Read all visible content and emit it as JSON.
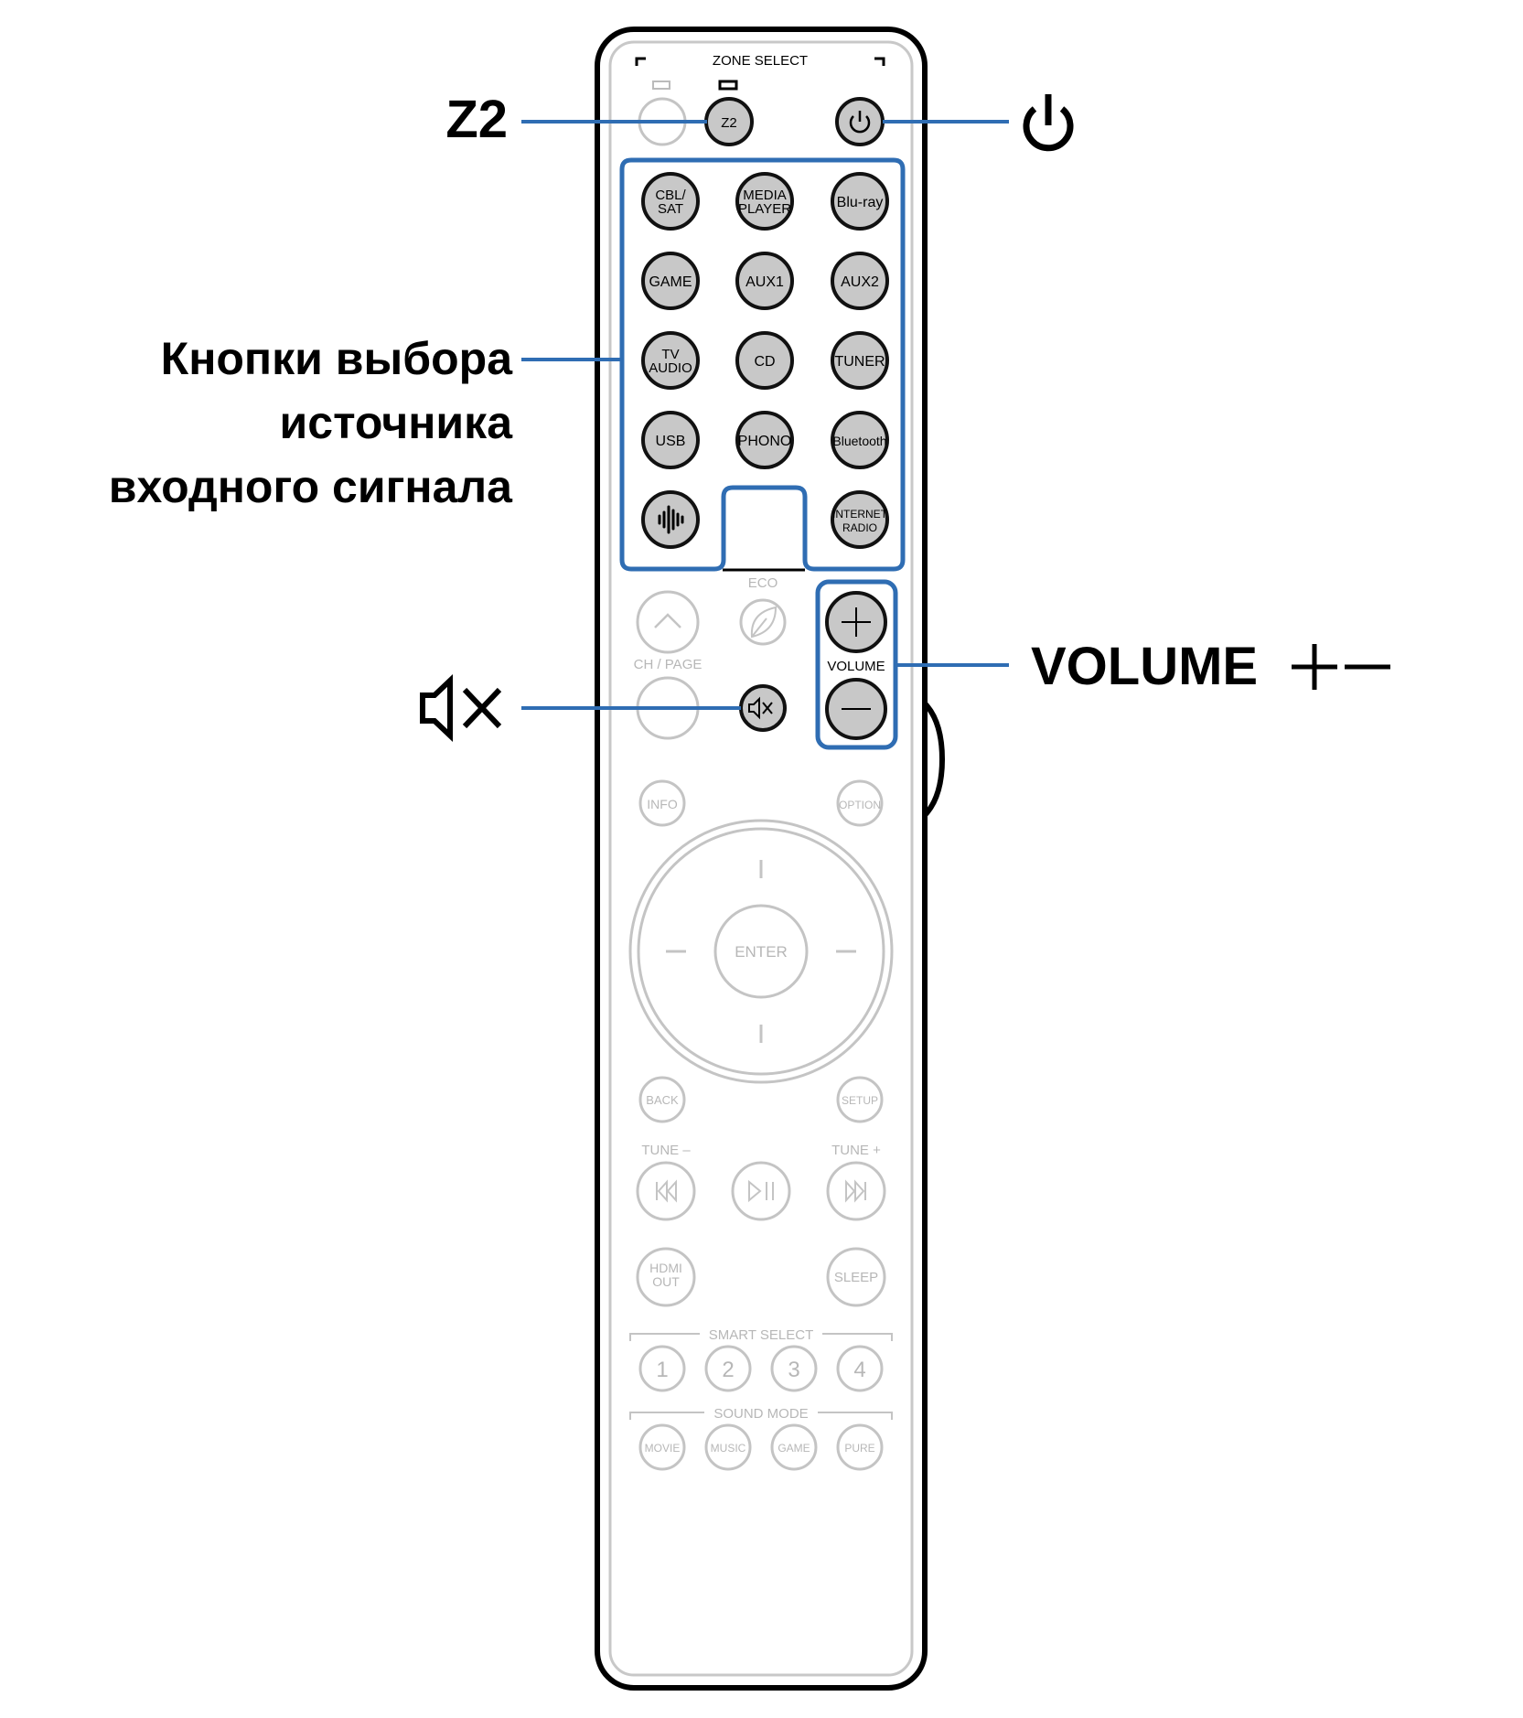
{
  "callouts": {
    "z2": "Z2",
    "source_lines": [
      "Кнопки выбора",
      "источника",
      "входного сигнала"
    ],
    "volume": "VOLUME",
    "volume_symbols": "+–"
  },
  "remote": {
    "zone_select": "ZONE SELECT",
    "z2_button": "Z2",
    "eco": "ECO",
    "ch_page": "CH / PAGE",
    "volume_label": "VOLUME",
    "info": "INFO",
    "option": "OPTION",
    "enter": "ENTER",
    "back": "BACK",
    "setup": "SETUP",
    "tune_minus": "TUNE –",
    "tune_plus": "TUNE +",
    "hdmi_out": [
      "HDMI",
      "OUT"
    ],
    "sleep": "SLEEP",
    "smart_select": "SMART SELECT",
    "smart_buttons": [
      "1",
      "2",
      "3",
      "4"
    ],
    "sound_mode": "SOUND MODE",
    "sound_buttons": [
      "MOVIE",
      "MUSIC",
      "GAME",
      "PURE"
    ]
  },
  "sources": [
    [
      "CBL/",
      "SAT"
    ],
    [
      "MEDIA",
      "PLAYER"
    ],
    [
      "Blu-ray"
    ],
    [
      "GAME"
    ],
    [
      "AUX1"
    ],
    [
      "AUX2"
    ],
    [
      "TV",
      "AUDIO"
    ],
    [
      "CD"
    ],
    [
      "TUNER"
    ],
    [
      "USB"
    ],
    [
      "PHONO"
    ],
    [
      "Bluetooth"
    ],
    [
      "INTERNET",
      "RADIO"
    ]
  ],
  "colors": {
    "callout_blue": "#2f6db3",
    "active_button": "#c8c8c8",
    "inactive_grey": "#c4c4c4"
  }
}
